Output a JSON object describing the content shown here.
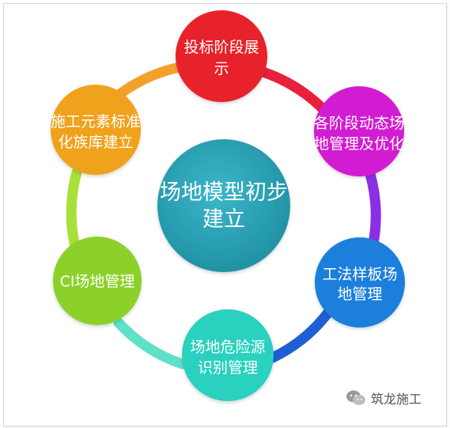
{
  "center": {
    "line1": "场地模型初步",
    "line2": "建立",
    "color": "#2ba3b7"
  },
  "nodes": [
    {
      "key": "top",
      "line1": "投标阶段展",
      "line2": "示",
      "color": "#e8212b"
    },
    {
      "key": "right-top",
      "line1": "各阶段动态场",
      "line2": "地管理及优化",
      "color": "#d21fd2"
    },
    {
      "key": "right-bottom",
      "line1": "工法样板场",
      "line2": "地管理",
      "color": "#1b7fdc"
    },
    {
      "key": "bottom",
      "line1": "场地危险源",
      "line2": "识别管理",
      "color": "#2bd1bf"
    },
    {
      "key": "left-bottom",
      "line1": "CI场地管理",
      "line2": "",
      "color": "#8bd12a"
    },
    {
      "key": "left-top",
      "line1": "施工元素标准",
      "line2": "化族库建立",
      "color": "#f0a21e"
    }
  ],
  "ring_colors": {
    "top_right": "#e8203c",
    "right": "#8b2fe6",
    "bottom_right": "#1f5fd6",
    "bottom_left": "#5fe0c8",
    "left": "#a8e03a",
    "top_left": "#f4a12a"
  },
  "watermark": {
    "text": "筑龙施工",
    "icon": "wechat-icon"
  }
}
